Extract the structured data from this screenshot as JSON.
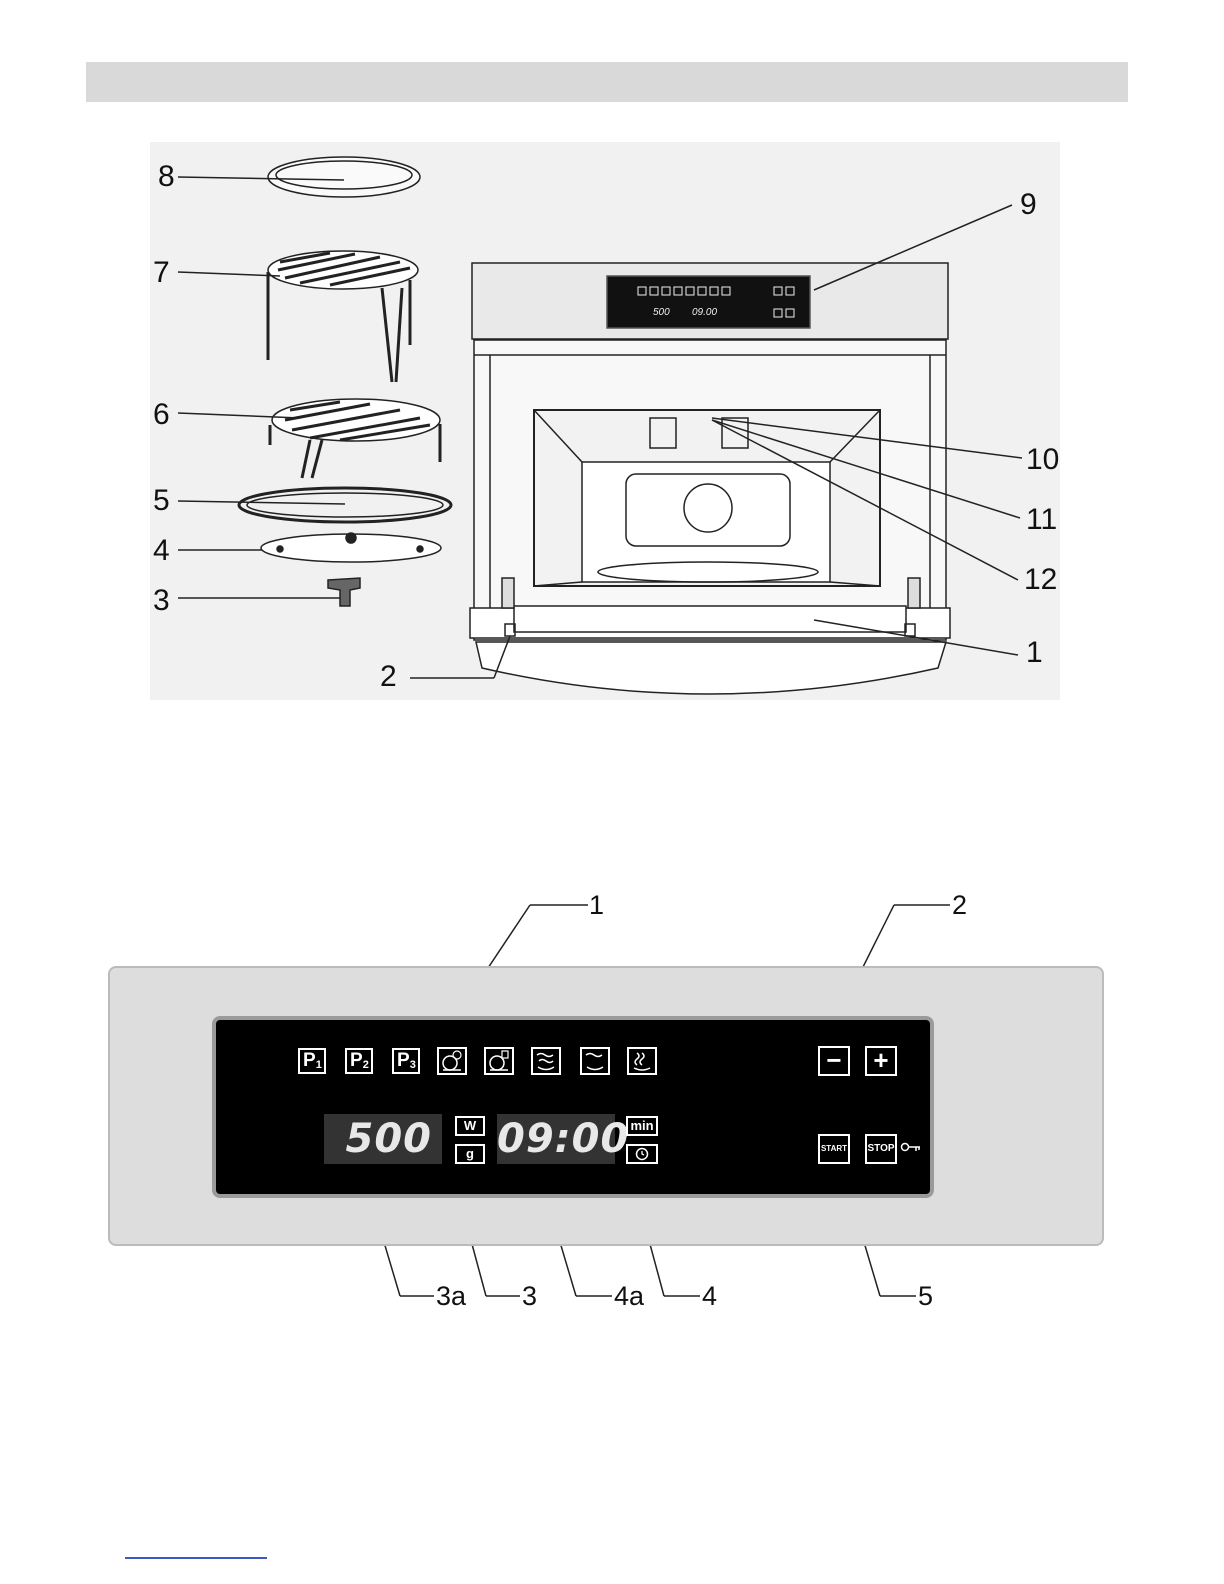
{
  "figure1": {
    "callouts": [
      "8",
      "7",
      "6",
      "5",
      "4",
      "3",
      "2",
      "9",
      "10",
      "11",
      "12",
      "1"
    ],
    "display_power": "500",
    "display_time": "09.00"
  },
  "figure2": {
    "callouts": [
      "1",
      "2",
      "3a",
      "3",
      "4a",
      "4",
      "5"
    ],
    "program_buttons": [
      {
        "letter": "P",
        "sub": "1"
      },
      {
        "letter": "P",
        "sub": "2"
      },
      {
        "letter": "P",
        "sub": "3"
      }
    ],
    "function_icons": [
      "defrost-time-icon",
      "defrost-weight-icon",
      "microwave-grill-icon",
      "grill-icon",
      "combi-icon"
    ],
    "display_left": "500",
    "display_right": "09:00",
    "unit_w": "W",
    "unit_g": "g",
    "unit_min": "min",
    "minus_label": "−",
    "plus_label": "+",
    "start_label": "START",
    "stop_label": "STOP"
  }
}
